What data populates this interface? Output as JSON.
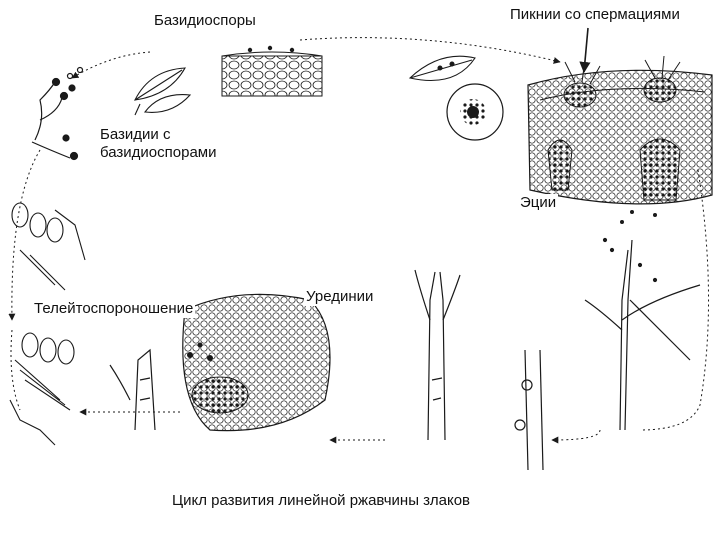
{
  "labels": {
    "basidiospores": "Базидиоспоры",
    "pycnia": "Пикнии со спермациями",
    "basidia": "Базидии с базидиоспорами",
    "aecia": "Эции",
    "telia": "Телейтоспороношение",
    "uredinia": "Урединии",
    "caption": "Цикл развития линейной ржавчины злаков"
  },
  "colors": {
    "ink": "#1a1a1a",
    "background": "#ffffff"
  }
}
